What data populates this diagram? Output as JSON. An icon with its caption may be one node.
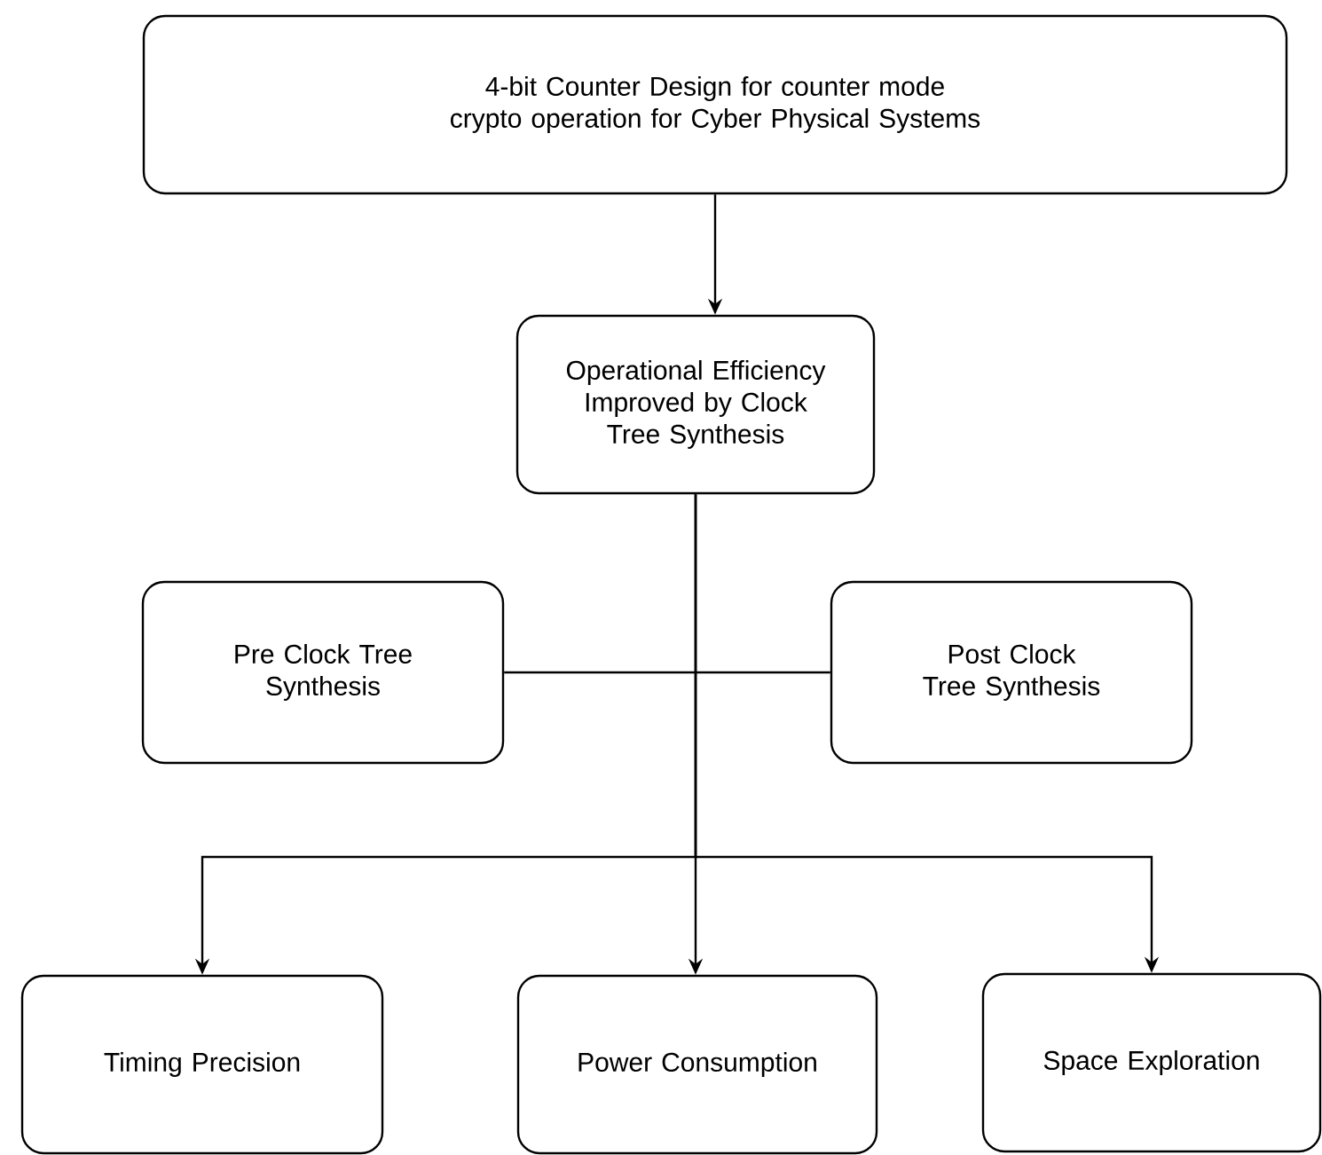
{
  "diagram": {
    "nodes": [
      {
        "text": [
          "4-bit Counter Design for counter mode crypto operation for Cyber Physical Systems"
        ]
      },
      {
        "text": [
          "Operational Efficiency Improved by Clock Tree Synthesis"
        ]
      },
      {
        "text": [
          "Pre Clock Tree Synthesis"
        ]
      },
      {
        "text": [
          "Post Clock Tree Synthesis"
        ]
      },
      {
        "text": [
          "Timing Precision"
        ]
      },
      {
        "text": [
          "Power Consumption"
        ]
      },
      {
        "text": [
          "Space Exploration"
        ]
      }
    ],
    "edges": [
      {
        "from": 0,
        "to": 1,
        "arrow": "to"
      },
      {
        "from": 2,
        "to": 3,
        "arrow": "none"
      },
      {
        "from": 1,
        "to": 4,
        "arrow": "to"
      },
      {
        "from": 1,
        "to": 5,
        "arrow": "to"
      },
      {
        "from": 1,
        "to": 6,
        "arrow": "to"
      }
    ]
  }
}
